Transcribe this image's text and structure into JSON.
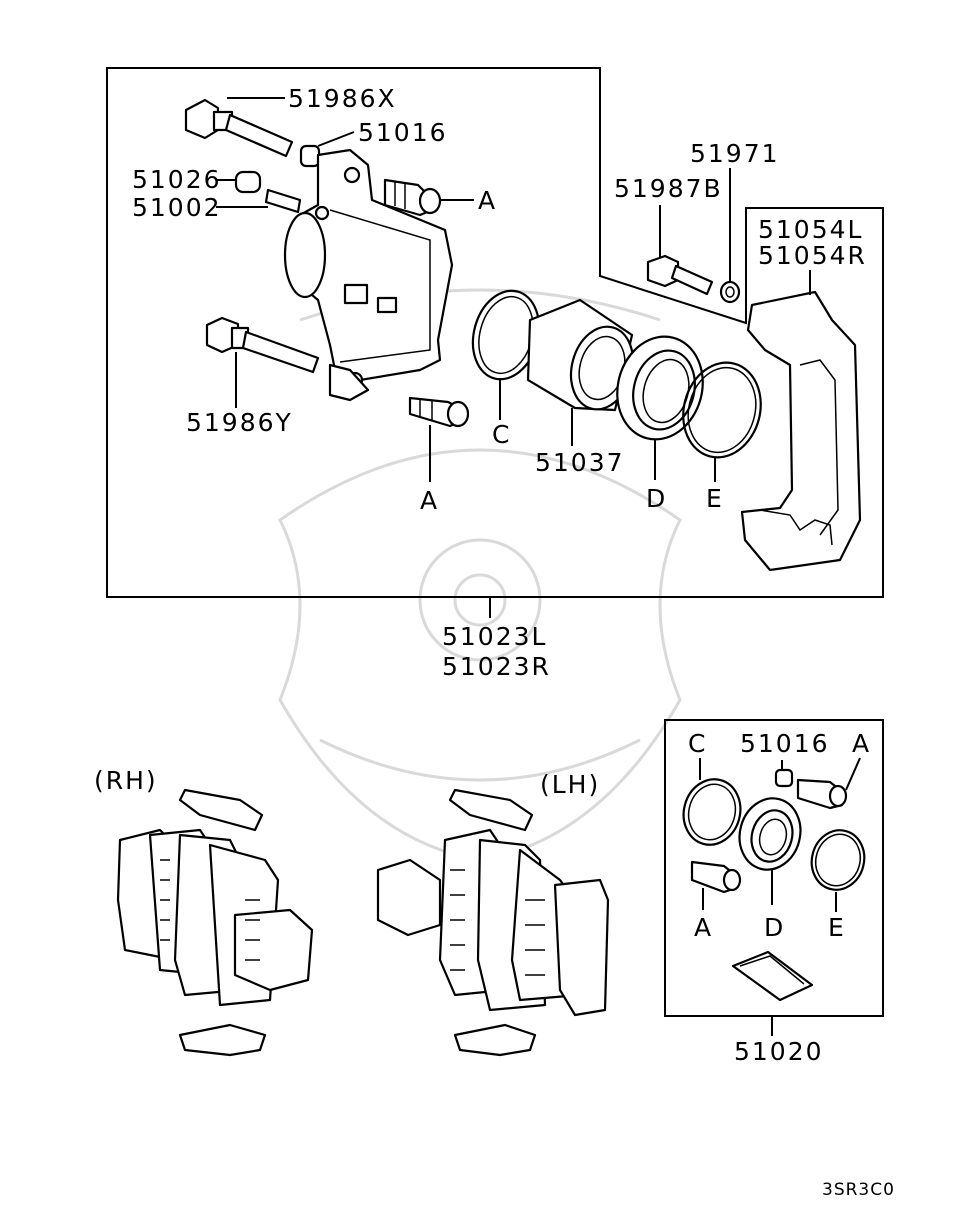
{
  "labels": {
    "bolt_x": "51986X",
    "bushing_top": "51016",
    "bleeder_cap": "51026",
    "bleeder_screw": "51002",
    "boot_a_top": "A",
    "bolt_y": "51986Y",
    "boot_a_bottom": "A",
    "ring_c": "C",
    "piston": "51037",
    "seal_d": "D",
    "ring_e": "E",
    "washer": "51971",
    "bolt_b": "51987B",
    "bracket_l": "51054L",
    "bracket_r": "51054R",
    "assembly_l": "51023L",
    "assembly_r": "51023R",
    "rh": "(RH)",
    "lh": "(LH)",
    "kit_c": "C",
    "kit_bushing": "51016",
    "kit_a_top": "A",
    "kit_a_bottom": "A",
    "kit_d": "D",
    "kit_e": "E",
    "kit_number": "51020"
  },
  "diagram_code": "3SR3C0"
}
